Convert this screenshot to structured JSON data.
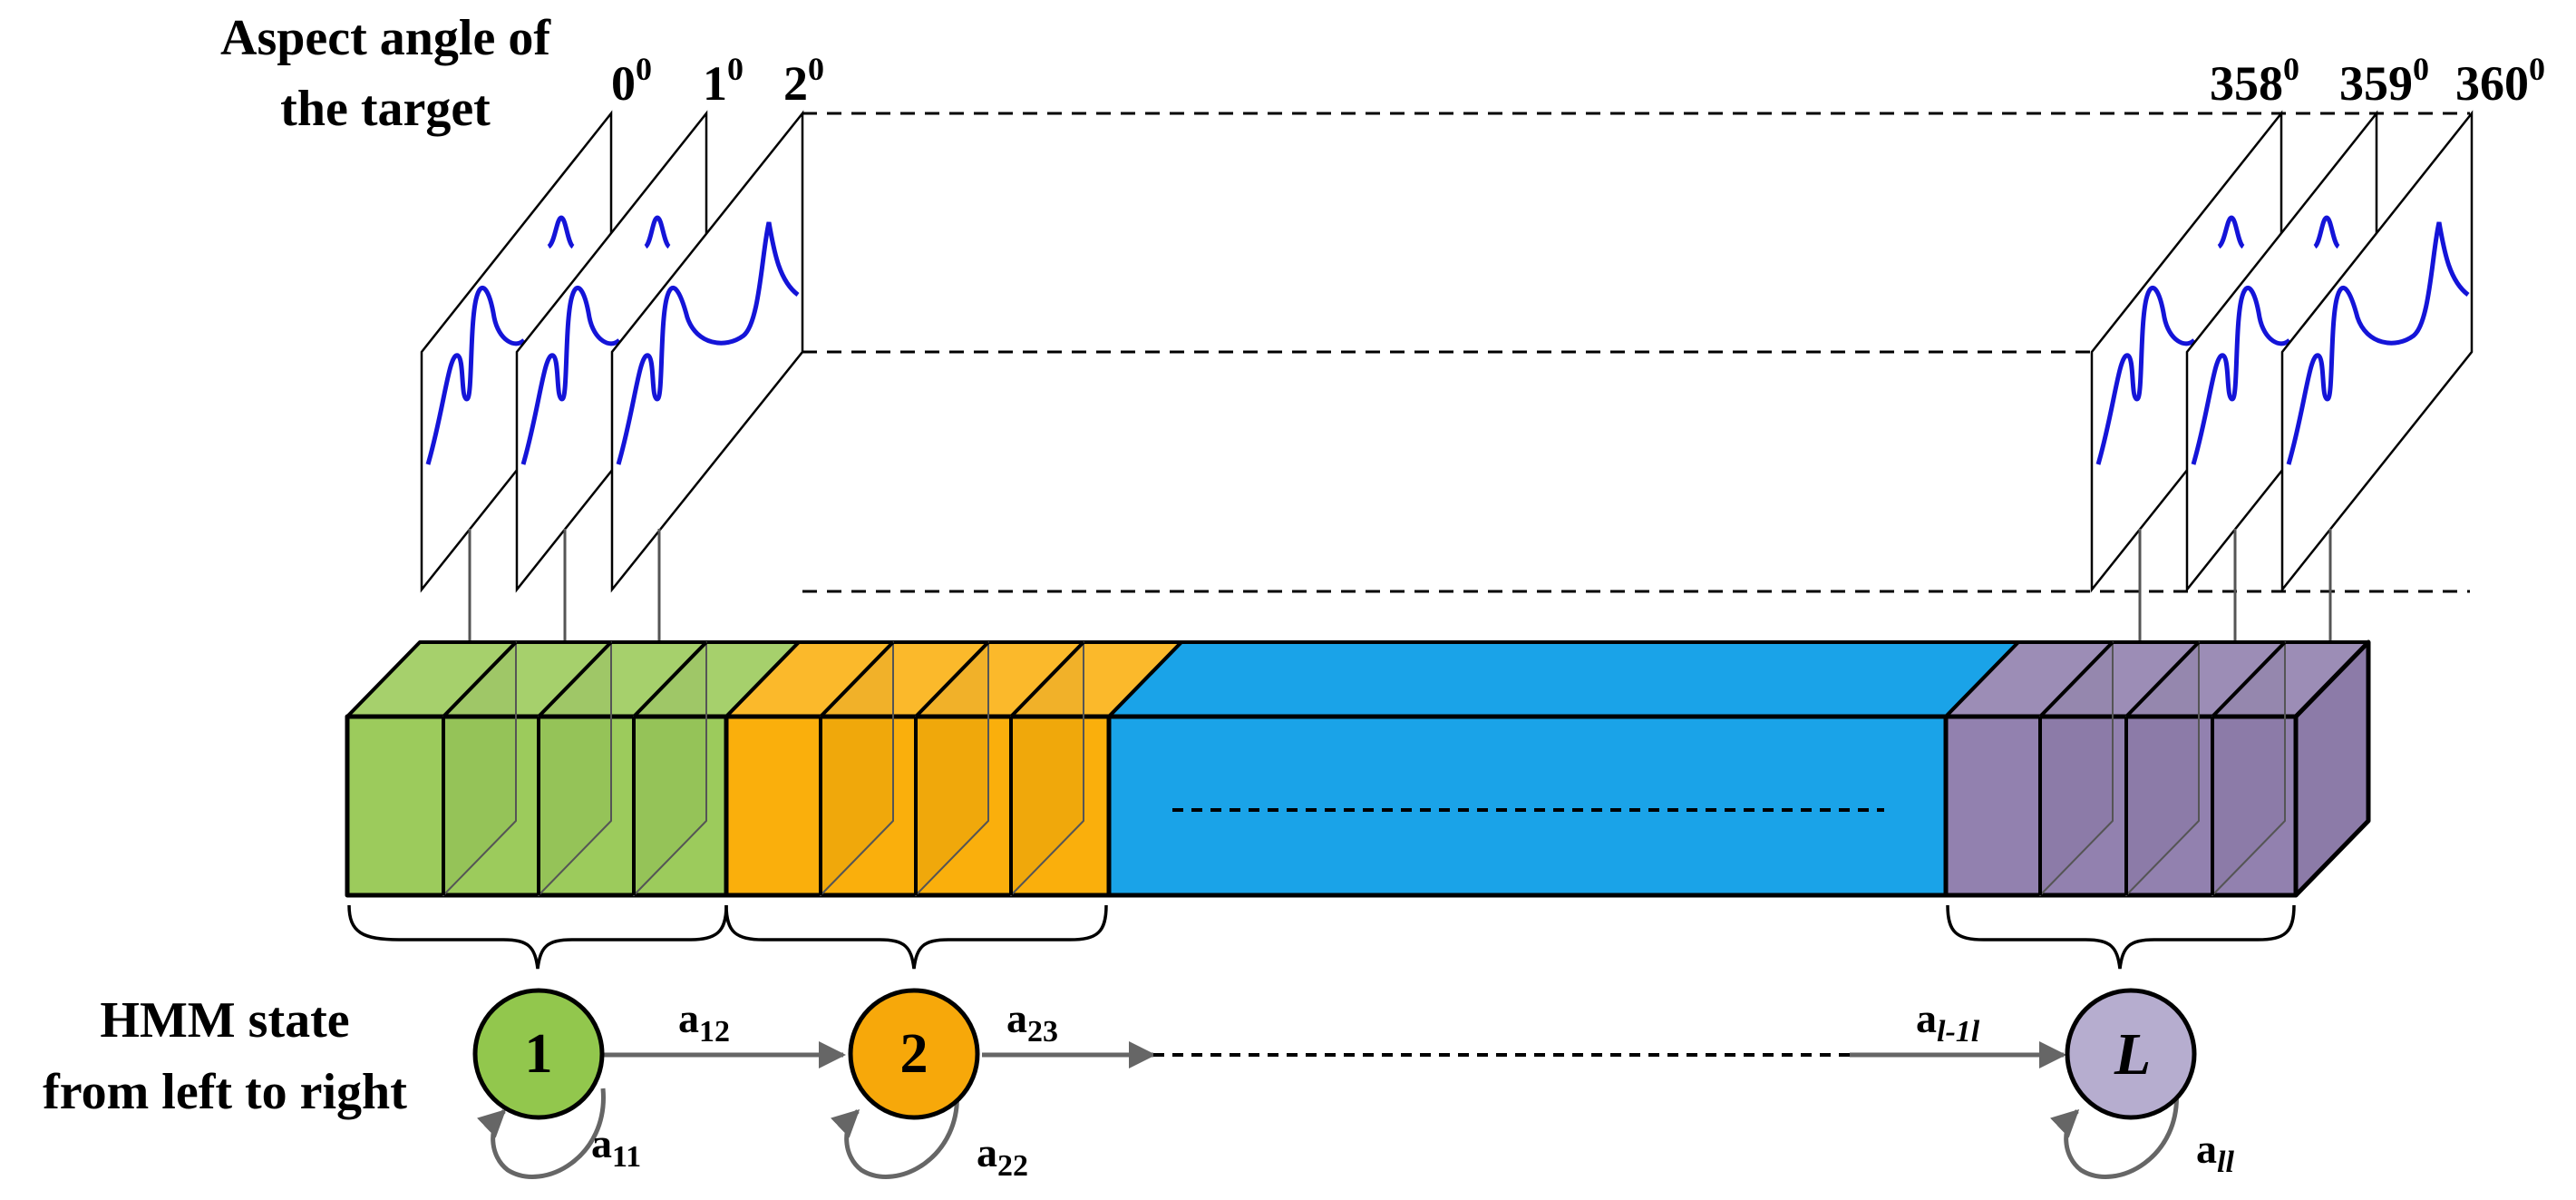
{
  "aspect_label": {
    "line1": "Aspect angle of",
    "line2": "the target"
  },
  "angles_left": [
    {
      "base": "0",
      "sup": "0"
    },
    {
      "base": "1",
      "sup": "0"
    },
    {
      "base": "2",
      "sup": "0"
    }
  ],
  "angles_right": [
    {
      "base": "358",
      "sup": "0"
    },
    {
      "base": "359",
      "sup": "0"
    },
    {
      "base": "360",
      "sup": "0"
    }
  ],
  "hmm_label": {
    "line1": "HMM state",
    "line2": "from left to right"
  },
  "states": [
    {
      "label": "1",
      "color": "#92C74D"
    },
    {
      "label": "2",
      "color": "#F7A80A"
    },
    {
      "label": "L",
      "color": "#B6ADCF"
    }
  ],
  "segment_colors": {
    "green_front": "#9CCB5C",
    "green_top": "#A6D06C",
    "orange_front": "#FAAF0C",
    "orange_top": "#FBB92B",
    "blue": "#1AA3E8",
    "purple_front": "#9281AF",
    "purple_top": "#9C8DB6"
  },
  "signal_color": "#1414D8",
  "arrow_color": "#666666",
  "transitions": {
    "a12": {
      "base": "a",
      "sub": "12"
    },
    "a23": {
      "base": "a",
      "sub": "23"
    },
    "al1l": {
      "base": "a",
      "sub": "l-1l"
    },
    "a11": {
      "base": "a",
      "sub": "11"
    },
    "a22": {
      "base": "a",
      "sub": "22"
    },
    "all": {
      "base": "a",
      "sub": "ll"
    }
  }
}
